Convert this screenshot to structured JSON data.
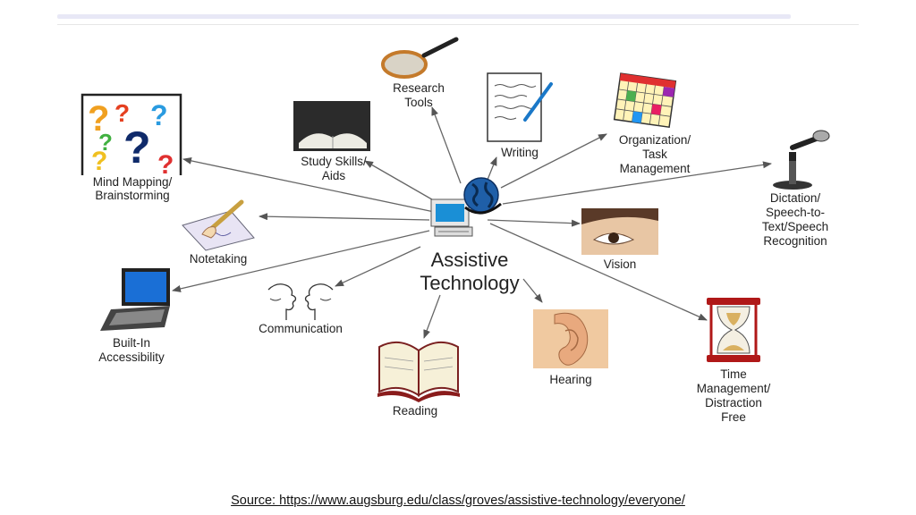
{
  "title": "Assistive\nTechnology",
  "nodes": {
    "mind_mapping": "Mind Mapping/\nBrainstorming",
    "study_skills": "Study Skills/\nAids",
    "research_tools": "Research\nTools",
    "writing": "Writing",
    "organization": "Organization/\nTask\nManagement",
    "dictation": "Dictation/\nSpeech-to-\nText/Speech\nRecognition",
    "notetaking": "Notetaking",
    "vision": "Vision",
    "built_in": "Built-In\nAccessibility",
    "communication": "Communication",
    "reading": "Reading",
    "hearing": "Hearing",
    "time_management": "Time\nManagement/\nDistraction\nFree"
  },
  "source": "Source: https://www.augsburg.edu/class/groves/assistive-technology/everyone/",
  "question_marks": [
    "?",
    "?",
    "?",
    "?",
    "?",
    "?",
    "?"
  ]
}
